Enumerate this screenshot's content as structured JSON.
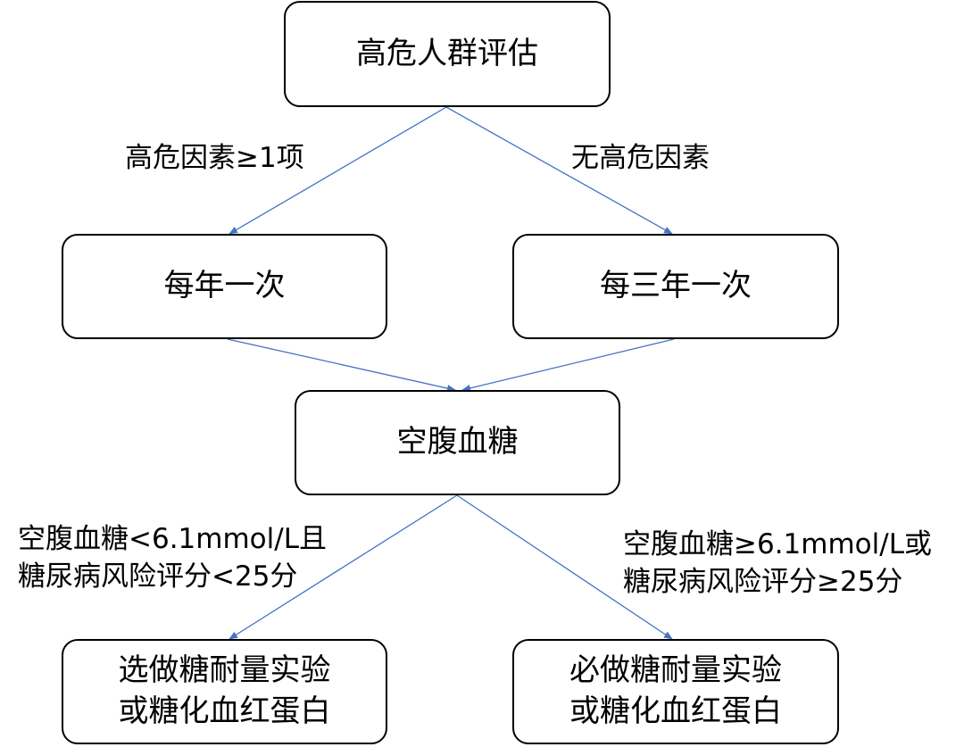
{
  "nodes": {
    "assess": "高危人群评估",
    "yearly": "每年一次",
    "triennial": "每三年一次",
    "fpg": "空腹血糖",
    "optional": [
      "选做糖耐量实验",
      "或糖化血红蛋白"
    ],
    "required": [
      "必做糖耐量实验",
      "或糖化血红蛋白"
    ]
  },
  "edge_labels": {
    "has_risk": "高危因素≥1项",
    "no_risk": "无高危因素",
    "low": [
      "空腹血糖<6.1mmol/L且",
      "糖尿病风险评分<25分"
    ],
    "high": [
      "空腹血糖≥6.1mmol/L或",
      "糖尿病风险评分≥25分"
    ]
  },
  "colors": {
    "edge": "#4472C4",
    "border": "#000000"
  }
}
